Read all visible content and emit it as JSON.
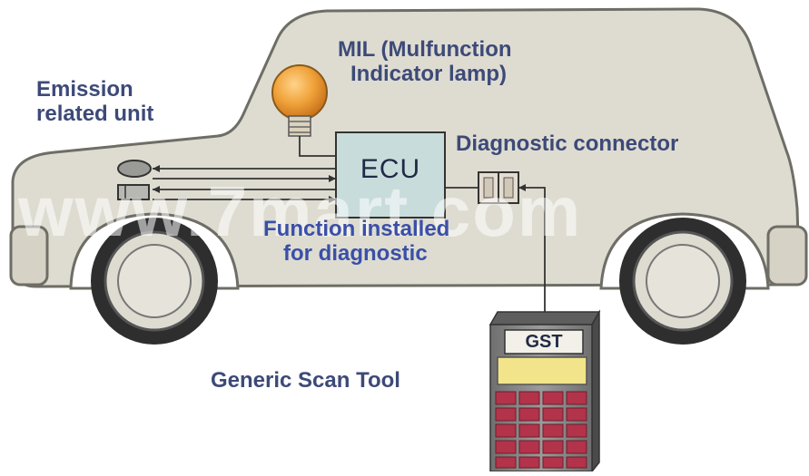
{
  "labels": {
    "emission": [
      "Emission",
      "related unit"
    ],
    "mil": [
      "MIL (Mulfunction",
      "Indicator lamp)"
    ],
    "diagnostic_connector": "Diagnostic connector",
    "ecu": "ECU",
    "function_installed": [
      "Function installed",
      "for diagnostic"
    ],
    "generic_scan_tool": "Generic Scan Tool",
    "gst": "GST"
  },
  "watermark": "www.7mart.com",
  "colors": {
    "car_body": "#dedcd1",
    "car_outline": "#6e6e66",
    "label_text": "#3d4a78",
    "ecu_box": "#c9dcdc",
    "lamp_bulb": "#f0a33a",
    "scan_tool_body": "#8a8a8a",
    "scan_tool_screen": "#f1e48a",
    "scan_tool_keys": "#b2334a"
  }
}
